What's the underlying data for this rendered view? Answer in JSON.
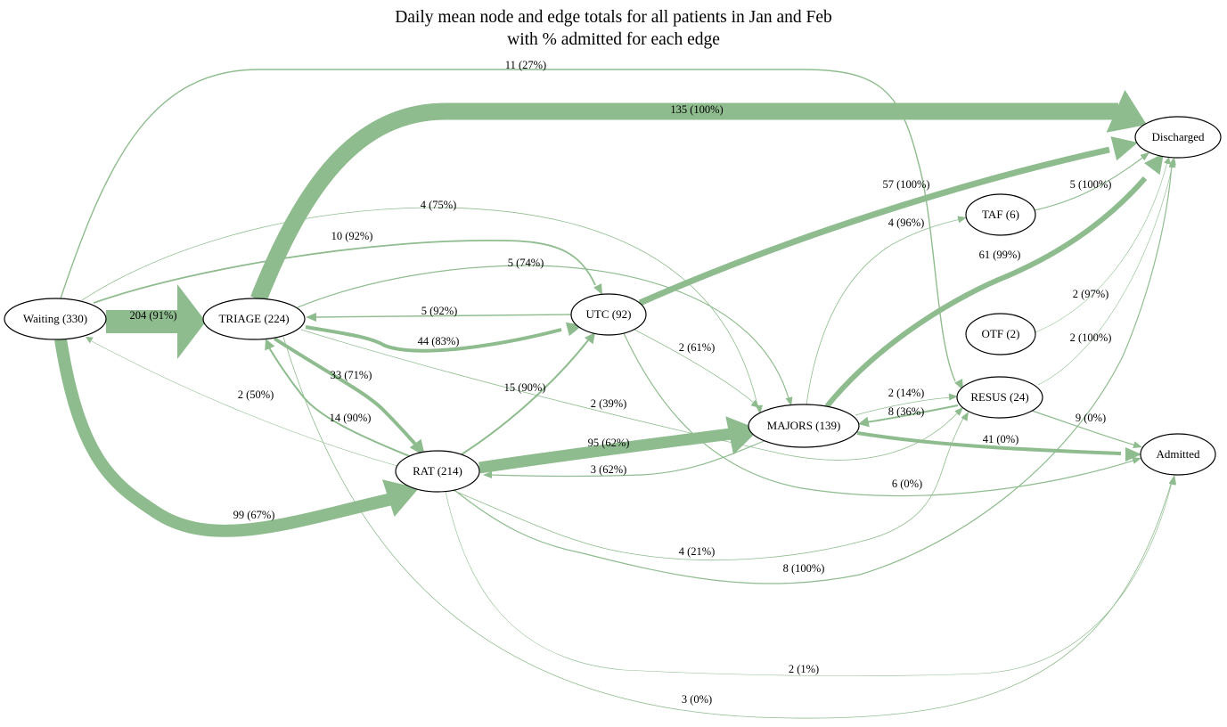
{
  "title": {
    "line1": "Daily mean node and edge totals for all patients in Jan and Feb",
    "line2": "with % admitted for each edge"
  },
  "colors": {
    "edge": "#8fbc8f",
    "node_border": "#000000",
    "background": "#ffffff"
  },
  "nodes": {
    "waiting": {
      "label": "Waiting (330)"
    },
    "triage": {
      "label": "TRIAGE (224)"
    },
    "utc": {
      "label": "UTC (92)"
    },
    "rat": {
      "label": "RAT (214)"
    },
    "majors": {
      "label": "MAJORS (139)"
    },
    "taf": {
      "label": "TAF (6)"
    },
    "otf": {
      "label": "OTF (2)"
    },
    "resus": {
      "label": "RESUS (24)"
    },
    "discharged": {
      "label": "Discharged"
    },
    "admitted": {
      "label": "Admitted"
    }
  },
  "edges": [
    {
      "id": "waiting-triage",
      "label": "204 (91%)"
    },
    {
      "id": "waiting-rat",
      "label": "99 (67%)"
    },
    {
      "id": "waiting-resus",
      "label": "11 (27%)"
    },
    {
      "id": "waiting-majors",
      "label": "4 (75%)"
    },
    {
      "id": "waiting-utc",
      "label": "10 (92%)"
    },
    {
      "id": "triage-discharged",
      "label": "135 (100%)"
    },
    {
      "id": "triage-majors",
      "label": "5 (74%)"
    },
    {
      "id": "utc-triage",
      "label": "5 (92%)"
    },
    {
      "id": "triage-utc",
      "label": "44 (83%)"
    },
    {
      "id": "triage-rat",
      "label": "33 (71%)"
    },
    {
      "id": "rat-triage",
      "label": "14 (90%)"
    },
    {
      "id": "rat-waiting",
      "label": "2 (50%)"
    },
    {
      "id": "triage-resus",
      "label": "15 (90%)"
    },
    {
      "id": "triage-admitted",
      "label": "3 (0%)"
    },
    {
      "id": "utc-discharged",
      "label": "57 (100%)"
    },
    {
      "id": "utc-majors",
      "label": "2 (61%)"
    },
    {
      "id": "utc-admitted",
      "label": "6 (0%)"
    },
    {
      "id": "rat-utc",
      "label": "2 (39%)"
    },
    {
      "id": "rat-majors",
      "label": "95 (62%)"
    },
    {
      "id": "majors-rat",
      "label": "3 (62%)"
    },
    {
      "id": "rat-resus",
      "label": "4 (21%)"
    },
    {
      "id": "rat-discharged",
      "label": "8 (100%)"
    },
    {
      "id": "rat-admitted",
      "label": "2 (1%)"
    },
    {
      "id": "majors-taf",
      "label": "4 (96%)"
    },
    {
      "id": "majors-discharged",
      "label": "61 (99%)"
    },
    {
      "id": "majors-resus",
      "label": "2 (14%)"
    },
    {
      "id": "resus-majors",
      "label": "8 (36%)"
    },
    {
      "id": "majors-admitted",
      "label": "41 (0%)"
    },
    {
      "id": "taf-discharged",
      "label": "5 (100%)"
    },
    {
      "id": "otf-discharged",
      "label": "2 (97%)"
    },
    {
      "id": "resus-discharged",
      "label": "2 (100%)"
    },
    {
      "id": "resus-admitted",
      "label": "9 (0%)"
    }
  ]
}
